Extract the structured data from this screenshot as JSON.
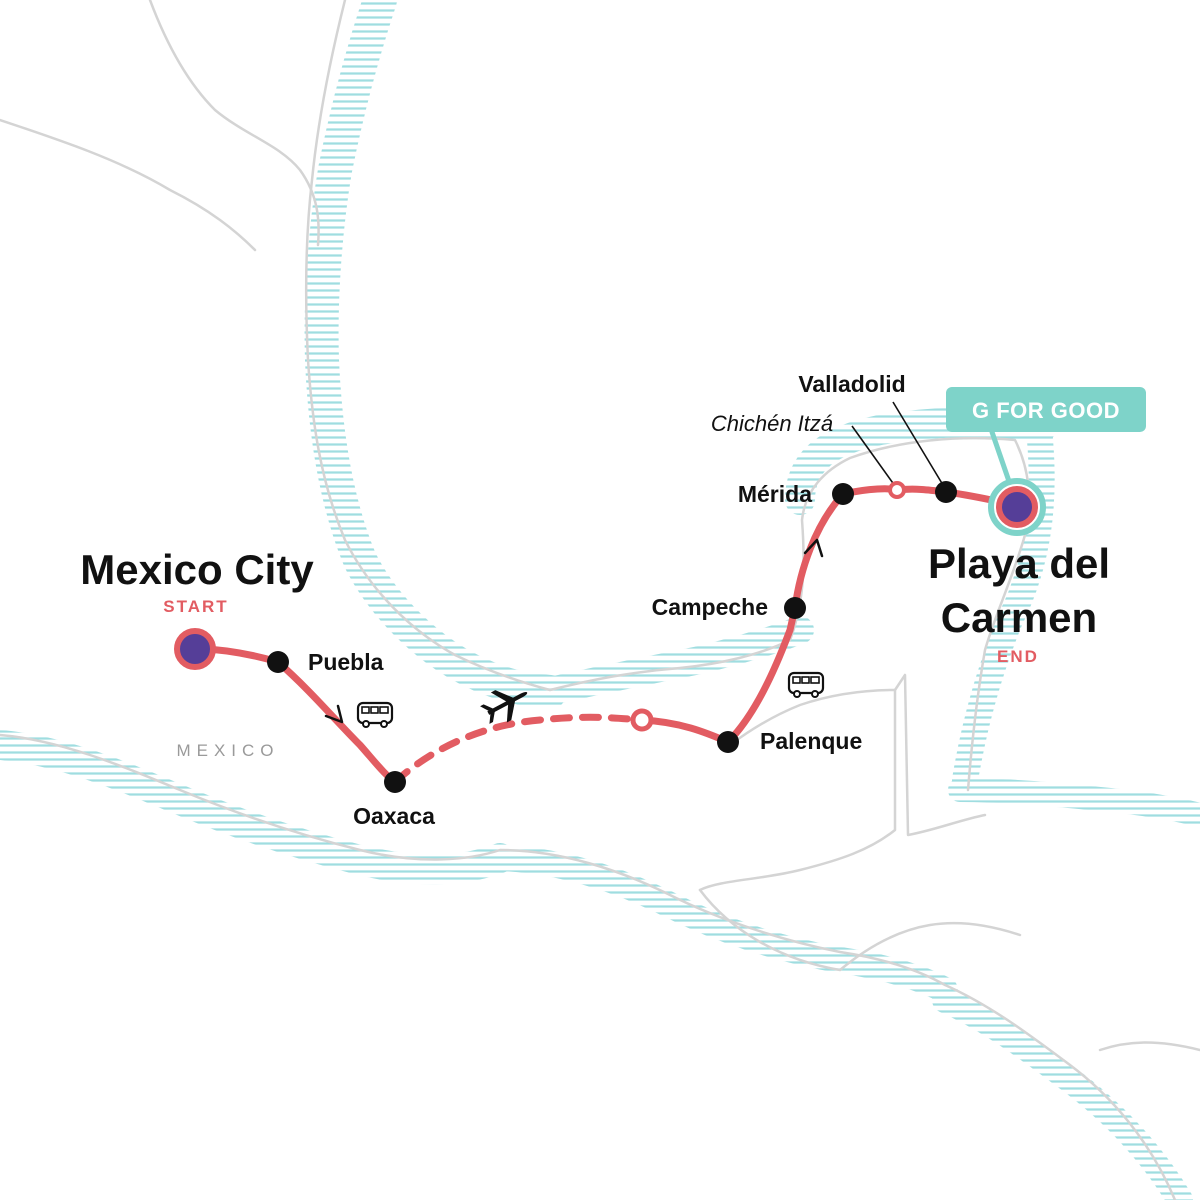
{
  "colors": {
    "route": "#e25c62",
    "stop": "#111111",
    "endpoint_fill": "#553e98",
    "coast_water": "#9fdde0",
    "border": "#d4d4d4",
    "badge": "#7ed3c9",
    "label": "#111111",
    "country_label": "#9a9a9a"
  },
  "country": {
    "label": "MEXICO"
  },
  "start": {
    "name": "Mexico City",
    "tag": "START"
  },
  "end": {
    "name_line1": "Playa del",
    "name_line2": "Carmen",
    "tag": "END"
  },
  "stops": {
    "puebla": "Puebla",
    "oaxaca": "Oaxaca",
    "palenque": "Palenque",
    "campeche": "Campeche",
    "merida": "Mérida",
    "valladolid": "Valladolid"
  },
  "sites": {
    "chichen_itza": "Chichén Itzá"
  },
  "badge": {
    "label": "G FOR GOOD"
  },
  "transport_icons": [
    "bus-icon",
    "airplane-icon",
    "bus-icon"
  ]
}
